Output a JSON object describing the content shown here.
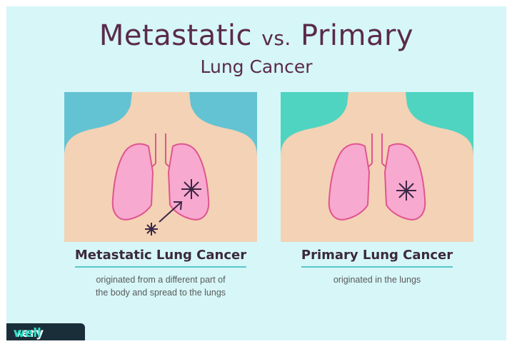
{
  "title": {
    "main_a": "Metastatic",
    "vs": "vs.",
    "main_b": "Primary",
    "line2": "Lung Cancer"
  },
  "panels": [
    {
      "heading": "Metastatic Lung Cancer",
      "desc_line1": "originated from a different part of",
      "desc_line2": "the body and spread to the lungs",
      "background": "#63c3d2"
    },
    {
      "heading": "Primary Lung Cancer",
      "desc_line1": "originated in the lungs",
      "background": "#4fd4c1"
    }
  ],
  "logo": {
    "part1": "very",
    "part2": "well"
  },
  "colors": {
    "page_bg": "#d6f6f8",
    "title": "#5a2a4a",
    "skin": "#f4d2b5",
    "lung": "#f8a9d0",
    "lung_outline": "#e0558f",
    "tumor": "#3a2745",
    "underline": "#59c6c8"
  }
}
